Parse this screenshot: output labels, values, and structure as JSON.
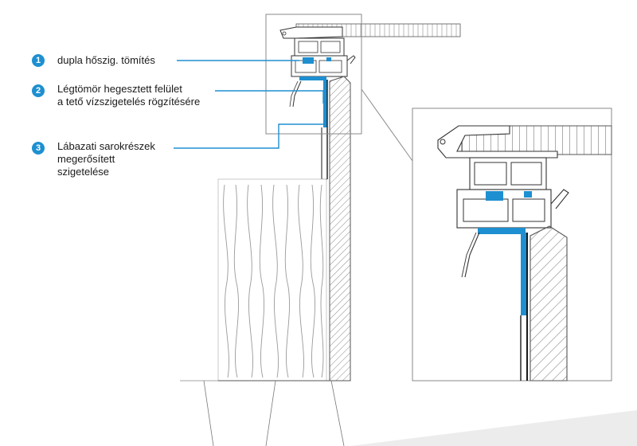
{
  "colors": {
    "accent": "#1e8fd0",
    "line": "#1a1a1a",
    "hatch": "#7a7a7a",
    "frame": "#8a8a8a"
  },
  "callouts": [
    {
      "number": "1",
      "lines": [
        "dupla hőszig. tömítés"
      ]
    },
    {
      "number": "2",
      "lines": [
        "Légtömör hegesztett felület",
        "a tető vízszigetelés rögzítésére"
      ]
    },
    {
      "number": "3",
      "lines": [
        "Lábazati sarokrészek",
        "megerősített",
        "szigetelése"
      ]
    }
  ]
}
